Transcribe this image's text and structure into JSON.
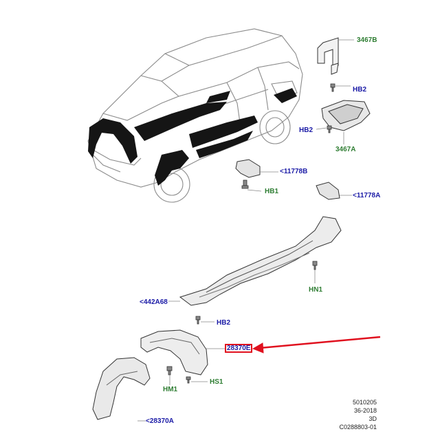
{
  "callouts": {
    "c3467b": "3467B",
    "hb2_top": "HB2",
    "hb2_left": "HB2",
    "c3467a": "3467A",
    "c11778b": "<11778B",
    "hb1": "HB1",
    "c11778a": "<11778A",
    "hn1": "HN1",
    "c442a68": "<442A68",
    "hb2_mid": "HB2",
    "c28370e": "28370E",
    "hm1": "HM1",
    "hs1": "HS1",
    "c28370a": "<28370A"
  },
  "info_block": {
    "line1": "5010205",
    "line2": "36-2018",
    "line3": "3D",
    "line4": "C0288803-01"
  },
  "colors": {
    "label_blue": "#1a1aa6",
    "label_green": "#2e7d32",
    "highlight_red": "#e0101e",
    "part_black": "#111111",
    "line_gray": "#888888"
  }
}
